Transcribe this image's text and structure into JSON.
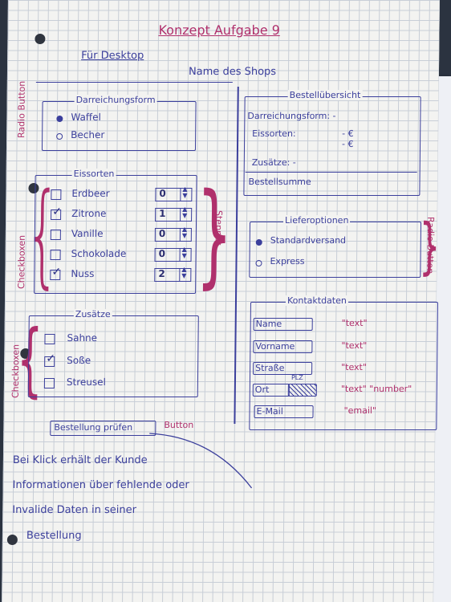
{
  "header": {
    "title": "Konzept Aufgabe 9",
    "subtitle": "Für Desktop",
    "shop_name": "Name des Shops"
  },
  "annotations": {
    "radio_button": "Radio Button",
    "checkboxen": "Checkboxen",
    "stepper": "Stepper",
    "checkboxen2": "Checkboxen",
    "radio_button2": "Radio Button",
    "button": "Button"
  },
  "darreichung": {
    "legend": "Darreichungsform",
    "options": [
      {
        "label": "Waffel",
        "selected": true
      },
      {
        "label": "Becher",
        "selected": false
      }
    ]
  },
  "eissorten": {
    "legend": "Eissorten",
    "items": [
      {
        "label": "Erdbeer",
        "checked": false,
        "qty": "0"
      },
      {
        "label": "Zitrone",
        "checked": true,
        "qty": "1"
      },
      {
        "label": "Vanille",
        "checked": false,
        "qty": "0"
      },
      {
        "label": "Schokolade",
        "checked": false,
        "qty": "0"
      },
      {
        "label": "Nuss",
        "checked": true,
        "qty": "2"
      }
    ]
  },
  "zusaetze": {
    "legend": "Zusätze",
    "items": [
      {
        "label": "Sahne",
        "checked": false
      },
      {
        "label": "Soße",
        "checked": true
      },
      {
        "label": "Streusel",
        "checked": false
      }
    ]
  },
  "bestellung_button": "Bestellung prüfen",
  "note": {
    "lines": [
      "Bei Klick erhält der Kunde",
      "Informationen über fehlende oder",
      "Invalide Daten in seiner",
      "Bestellung"
    ]
  },
  "uebersicht": {
    "legend": "Bestellübersicht",
    "darreichung": "Darreichungsform: -",
    "eissorten": "Eissorten:",
    "euro1": "- €",
    "euro2": "- €",
    "zusaetze": "Zusätze: -",
    "summe": "Bestellsumme"
  },
  "lieferoptionen": {
    "legend": "Lieferoptionen",
    "options": [
      {
        "label": "Standardversand",
        "selected": true
      },
      {
        "label": "Express",
        "selected": false
      }
    ]
  },
  "kontakt": {
    "legend": "Kontaktdaten",
    "fields": [
      {
        "label": "Name",
        "hint": "\"text\""
      },
      {
        "label": "Vorname",
        "hint": "\"text\""
      },
      {
        "label": "Straße",
        "hint": "\"text\""
      },
      {
        "label": "Ort",
        "hint": "\"text\" \"number\""
      },
      {
        "label": "E-Mail",
        "hint": "\"email\""
      }
    ],
    "plz": "PLZ"
  }
}
